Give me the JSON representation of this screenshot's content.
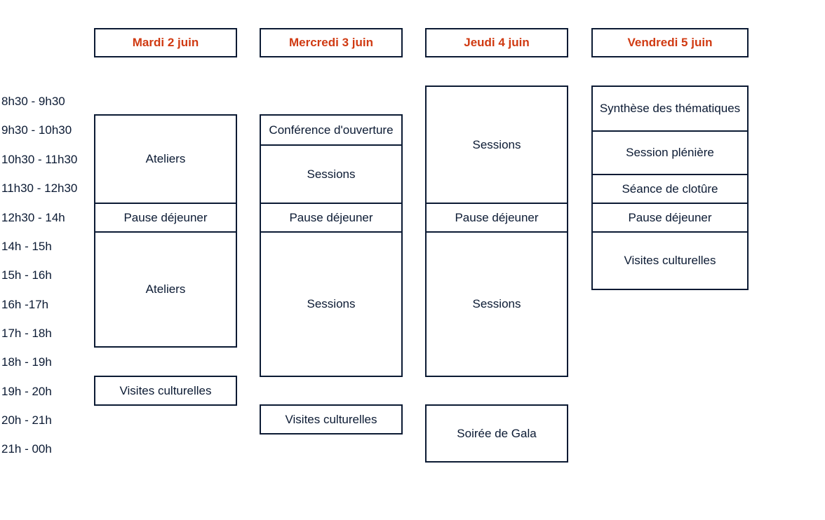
{
  "days": [
    {
      "label": "Mardi 2 juin"
    },
    {
      "label": "Mercredi 3 juin"
    },
    {
      "label": "Jeudi 4 juin"
    },
    {
      "label": "Vendredi 5 juin"
    }
  ],
  "time_slots": [
    "8h30 - 9h30",
    "9h30 - 10h30",
    "10h30 - 11h30",
    "11h30 - 12h30",
    "12h30 - 14h",
    "14h - 15h",
    "15h - 16h",
    "16h -17h",
    "17h - 18h",
    "18h - 19h",
    "19h - 20h",
    "20h - 21h",
    "21h - 00h"
  ],
  "schedule": {
    "tuesday": [
      {
        "label": "Ateliers"
      },
      {
        "label": "Pause déjeuner"
      },
      {
        "label": "Ateliers"
      },
      {
        "label": "Visites culturelles"
      }
    ],
    "wednesday": [
      {
        "label": "Conférence d'ouverture"
      },
      {
        "label": "Sessions"
      },
      {
        "label": "Pause déjeuner"
      },
      {
        "label": "Sessions"
      },
      {
        "label": "Visites culturelles"
      }
    ],
    "thursday": [
      {
        "label": "Sessions"
      },
      {
        "label": "Pause déjeuner"
      },
      {
        "label": "Sessions"
      },
      {
        "label": "Soirée de Gala"
      }
    ],
    "friday": [
      {
        "label": "Synthèse des thématiques"
      },
      {
        "label": "Session plénière"
      },
      {
        "label": "Séance de clotûre"
      },
      {
        "label": "Pause déjeuner"
      },
      {
        "label": "Visites culturelles"
      }
    ]
  },
  "colors": {
    "header_text": "#d03a12",
    "border": "#0b1a33",
    "text": "#0b1a33"
  }
}
